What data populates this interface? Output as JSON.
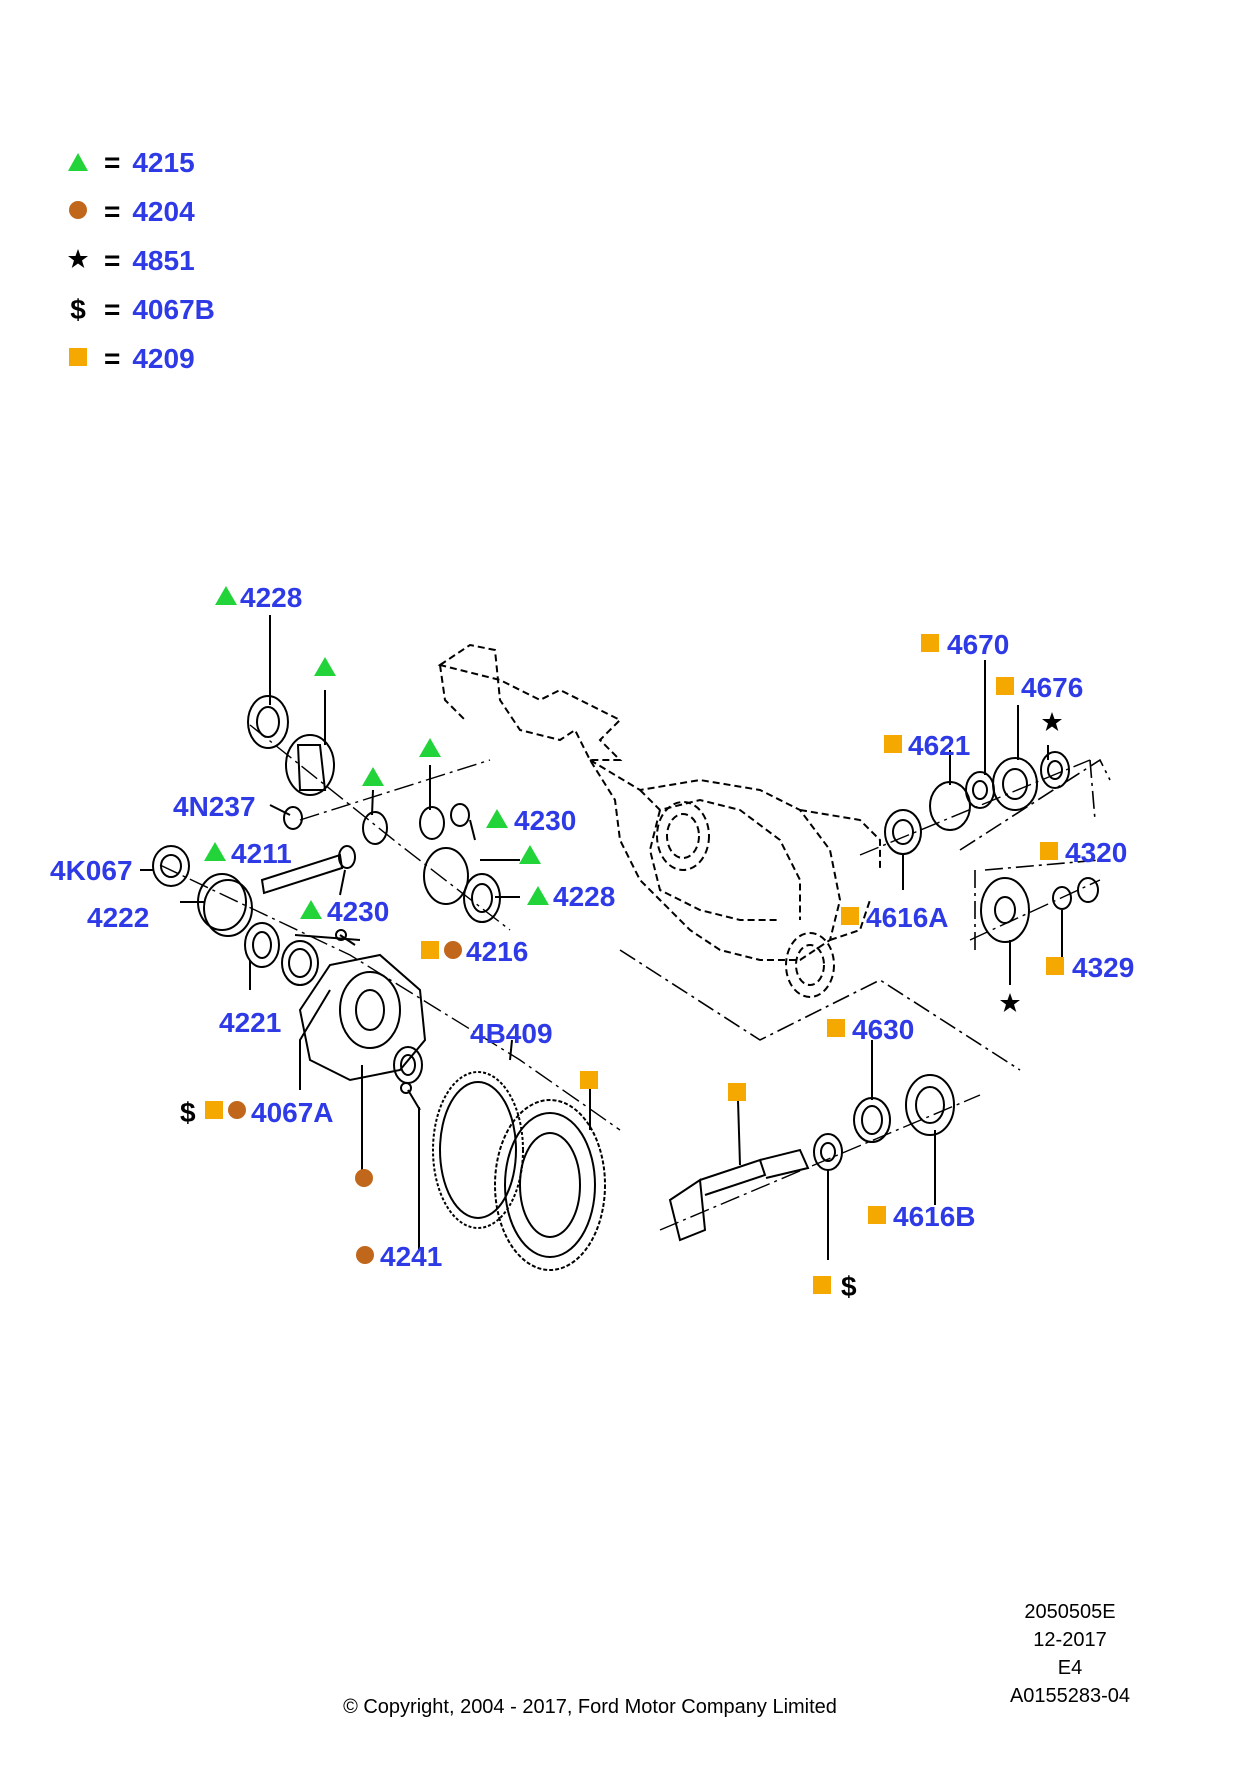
{
  "legend": [
    {
      "symbol": "triangle",
      "color": "#22d43a",
      "code": "4215"
    },
    {
      "symbol": "circle",
      "color": "#c0671b",
      "code": "4204"
    },
    {
      "symbol": "star",
      "color": "#000000",
      "code": "4851"
    },
    {
      "symbol": "dollar",
      "color": "#000000",
      "code": "4067B"
    },
    {
      "symbol": "square",
      "color": "#f5a800",
      "code": "4209"
    }
  ],
  "symbols": {
    "equals": "=",
    "dollar": "$"
  },
  "colors": {
    "label": "#2e3ae6",
    "triangle": "#22d43a",
    "circle": "#c0671b",
    "square": "#f5a800",
    "line": "#000000"
  },
  "labels": {
    "l4228_top": "4228",
    "l4N237": "4N237",
    "l4230_right": "4230",
    "l4K067": "4K067",
    "l4211": "4211",
    "l4228_right": "4228",
    "l4222": "4222",
    "l4230_low": "4230",
    "l4216": "4216",
    "l4221": "4221",
    "l4B409": "4B409",
    "l4067A": "4067A",
    "l4241": "4241",
    "l4670": "4670",
    "l4676": "4676",
    "l4621": "4621",
    "l4320": "4320",
    "l4616A": "4616A",
    "l4329": "4329",
    "l4630": "4630",
    "l4616B": "4616B"
  },
  "footer": {
    "copyright": "© Copyright, 2004 - 2017, Ford Motor Company Limited",
    "ref_lines": [
      "2050505E",
      "12-2017",
      "E4",
      "A0155283-04"
    ]
  }
}
